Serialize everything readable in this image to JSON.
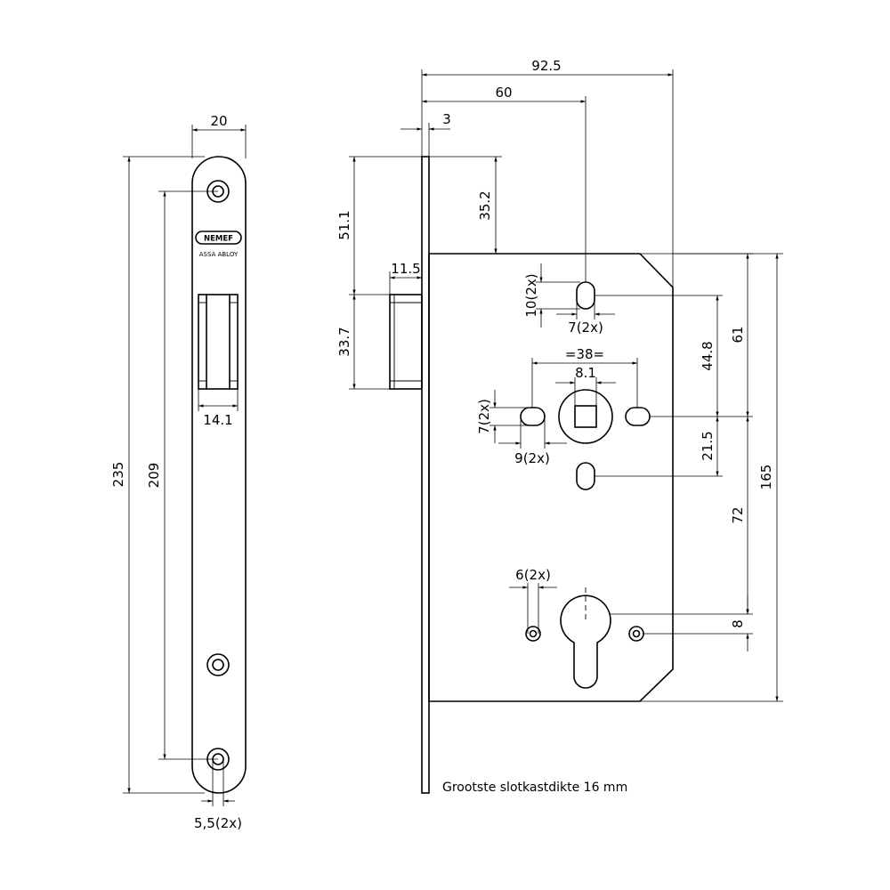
{
  "diagram": {
    "faceplate": {
      "width_label": "20",
      "height_label": "235",
      "hole_spacing_label": "209",
      "latch_width_label": "14.1",
      "hole_label": "5,5(2x)",
      "brand": "NEMEF",
      "brand_sub": "ASSA ABLOY"
    },
    "side": {
      "total_depth": "92.5",
      "backset": "60",
      "plate_thickness": "3",
      "top_to_case": "35.2",
      "top_to_latch": "51.1",
      "latch_projection": "11.5",
      "latch_height": "33.7",
      "slot_height": "10(2x)",
      "slot_width": "7(2x)",
      "spindle_hole_spacing": "=38=",
      "spindle_square": "8.1",
      "side_hole_height": "7(2x)",
      "side_hole_width": "9(2x)",
      "upper_dim_44": "44.8",
      "upper_dim_61": "61",
      "dim_21": "21.5",
      "dim_165": "165",
      "dim_72": "72",
      "cyl_hole_label": "6(2x)",
      "dim_8": "8",
      "note": "Grootste slotkastdikte 16 mm"
    }
  }
}
